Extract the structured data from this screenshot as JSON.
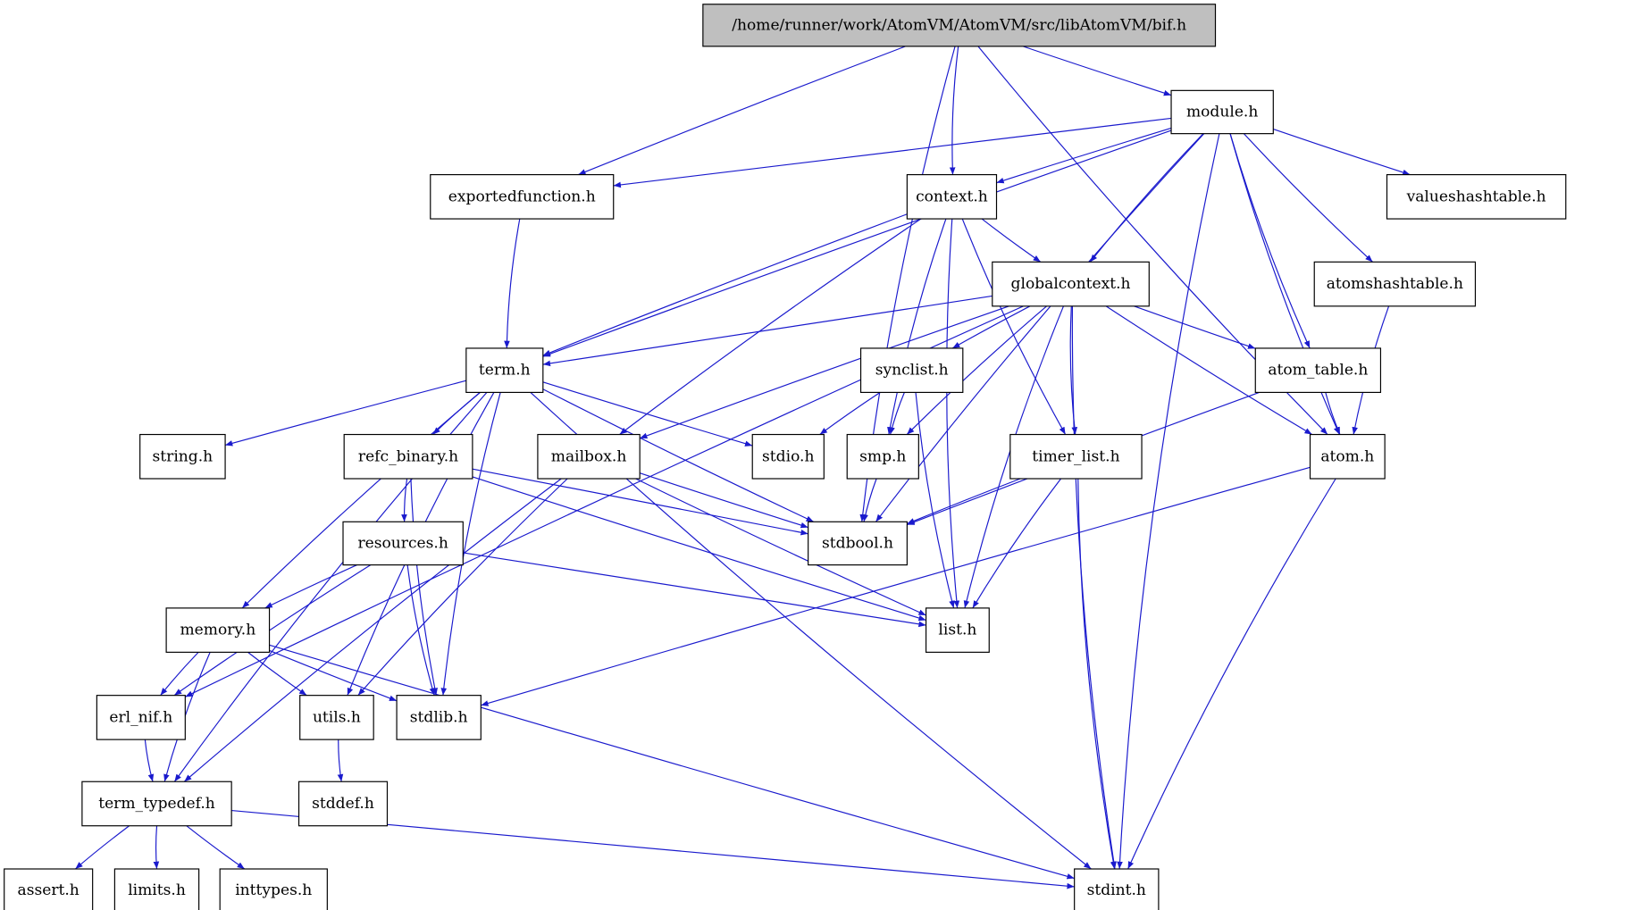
{
  "colors": {
    "edge": "#1a1acd",
    "root_fill": "#bfbfbf",
    "node_fill": "#ffffff"
  },
  "nodes": {
    "bif": "/home/runner/work/AtomVM/AtomVM/src/libAtomVM/bif.h",
    "module": "module.h",
    "exportedfunction": "exportedfunction.h",
    "context": "context.h",
    "valueshashtable": "valueshashtable.h",
    "globalcontext": "globalcontext.h",
    "atomshashtable": "atomshashtable.h",
    "term": "term.h",
    "synclist": "synclist.h",
    "atom_table": "atom_table.h",
    "string": "string.h",
    "refc_binary": "refc_binary.h",
    "mailbox": "mailbox.h",
    "stdio": "stdio.h",
    "smp": "smp.h",
    "timer_list": "timer_list.h",
    "atom": "atom.h",
    "resources": "resources.h",
    "stdbool": "stdbool.h",
    "memory": "memory.h",
    "list": "list.h",
    "erl_nif": "erl_nif.h",
    "utils": "utils.h",
    "stdlib": "stdlib.h",
    "term_typedef": "term_typedef.h",
    "stddef": "stddef.h",
    "assert": "assert.h",
    "limits": "limits.h",
    "inttypes": "inttypes.h",
    "stdint": "stdint.h"
  },
  "edges": [
    [
      "bif",
      "exportedfunction"
    ],
    [
      "bif",
      "stdbool"
    ],
    [
      "bif",
      "context"
    ],
    [
      "bif",
      "module"
    ],
    [
      "bif",
      "atom"
    ],
    [
      "module",
      "exportedfunction"
    ],
    [
      "module",
      "term"
    ],
    [
      "module",
      "context"
    ],
    [
      "module",
      "globalcontext"
    ],
    [
      "module",
      "stdbool"
    ],
    [
      "module",
      "atom_table"
    ],
    [
      "module",
      "atomshashtable"
    ],
    [
      "module",
      "atom"
    ],
    [
      "module",
      "valueshashtable"
    ],
    [
      "module",
      "stdint"
    ],
    [
      "exportedfunction",
      "term"
    ],
    [
      "context",
      "term"
    ],
    [
      "context",
      "mailbox"
    ],
    [
      "context",
      "smp"
    ],
    [
      "context",
      "globalcontext"
    ],
    [
      "context",
      "timer_list"
    ],
    [
      "context",
      "list"
    ],
    [
      "globalcontext",
      "erl_nif"
    ],
    [
      "globalcontext",
      "term"
    ],
    [
      "globalcontext",
      "mailbox"
    ],
    [
      "globalcontext",
      "smp"
    ],
    [
      "globalcontext",
      "synclist"
    ],
    [
      "globalcontext",
      "timer_list"
    ],
    [
      "globalcontext",
      "list"
    ],
    [
      "globalcontext",
      "atom"
    ],
    [
      "globalcontext",
      "atom_table"
    ],
    [
      "globalcontext",
      "stdint"
    ],
    [
      "atomshashtable",
      "atom"
    ],
    [
      "atom_table",
      "atom"
    ],
    [
      "atom_table",
      "stdbool"
    ],
    [
      "term",
      "string"
    ],
    [
      "term",
      "refc_binary"
    ],
    [
      "term",
      "memory"
    ],
    [
      "term",
      "term_typedef"
    ],
    [
      "term",
      "utils"
    ],
    [
      "term",
      "stdlib"
    ],
    [
      "term",
      "stdio"
    ],
    [
      "term",
      "stdbool"
    ],
    [
      "term",
      "stdint"
    ],
    [
      "synclist",
      "stdio"
    ],
    [
      "synclist",
      "smp"
    ],
    [
      "synclist",
      "list"
    ],
    [
      "refc_binary",
      "resources"
    ],
    [
      "refc_binary",
      "stdlib"
    ],
    [
      "refc_binary",
      "stdbool"
    ],
    [
      "refc_binary",
      "list"
    ],
    [
      "mailbox",
      "utils"
    ],
    [
      "mailbox",
      "term_typedef"
    ],
    [
      "mailbox",
      "stdbool"
    ],
    [
      "mailbox",
      "list"
    ],
    [
      "smp",
      "stdbool"
    ],
    [
      "timer_list",
      "stdbool"
    ],
    [
      "timer_list",
      "list"
    ],
    [
      "timer_list",
      "stdint"
    ],
    [
      "atom",
      "stdlib"
    ],
    [
      "atom",
      "stdint"
    ],
    [
      "resources",
      "memory"
    ],
    [
      "resources",
      "erl_nif"
    ],
    [
      "resources",
      "stdlib"
    ],
    [
      "resources",
      "list"
    ],
    [
      "memory",
      "erl_nif"
    ],
    [
      "memory",
      "utils"
    ],
    [
      "memory",
      "stdlib"
    ],
    [
      "memory",
      "term_typedef"
    ],
    [
      "memory",
      "stdint"
    ],
    [
      "erl_nif",
      "term_typedef"
    ],
    [
      "utils",
      "stddef"
    ],
    [
      "term_typedef",
      "assert"
    ],
    [
      "term_typedef",
      "limits"
    ],
    [
      "term_typedef",
      "inttypes"
    ],
    [
      "term_typedef",
      "stdint"
    ]
  ]
}
